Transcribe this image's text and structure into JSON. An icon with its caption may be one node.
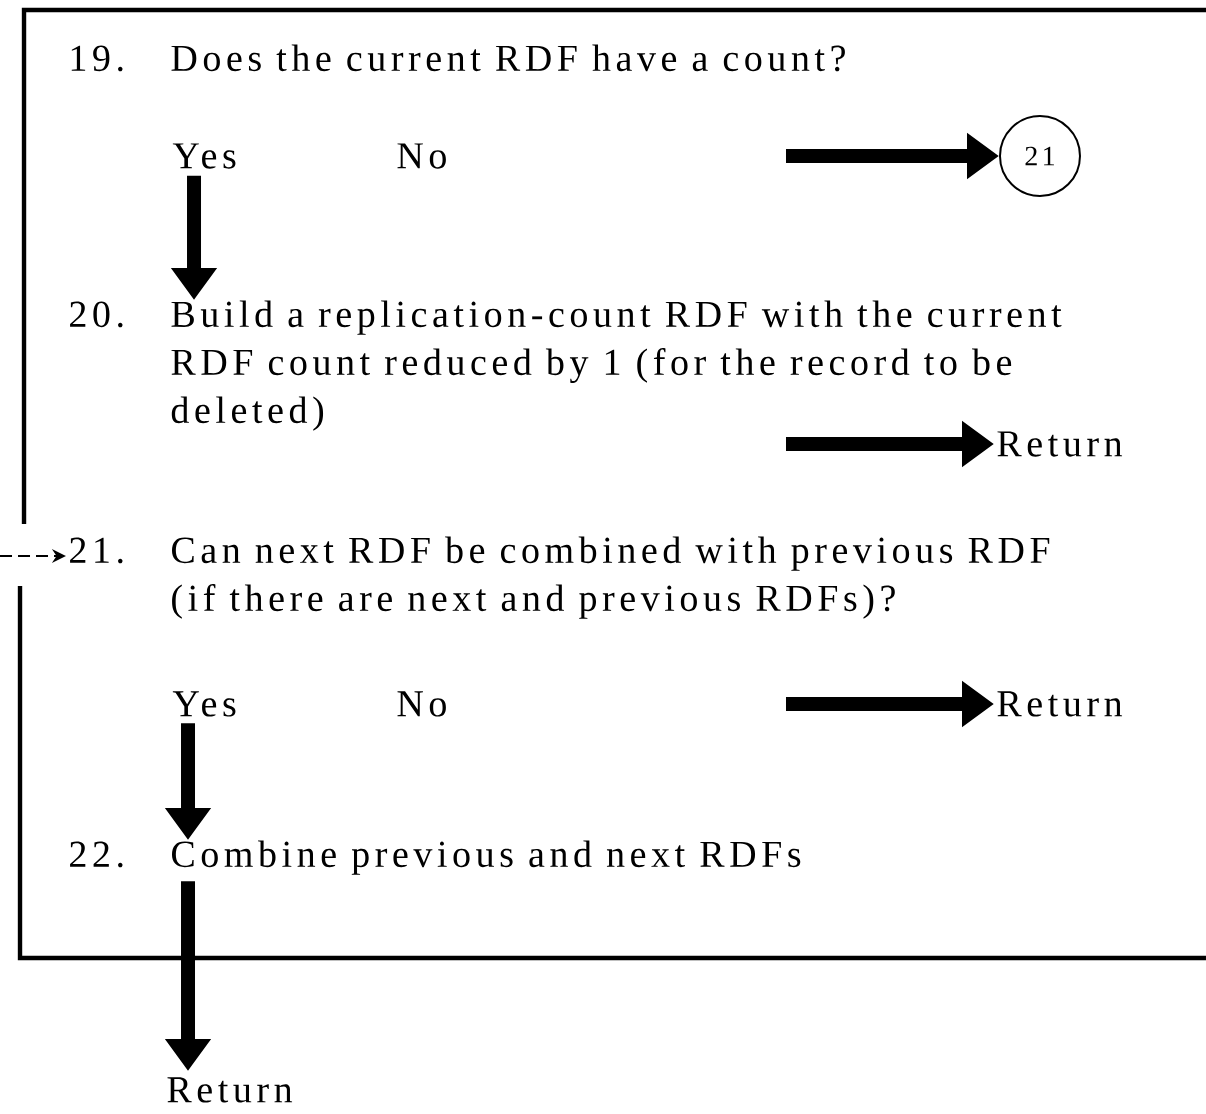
{
  "diagram": {
    "nodes": [
      {
        "text": [
          "19.",
          "Does the current RDF have a count?"
        ]
      },
      {
        "text": [
          "21"
        ]
      },
      {
        "text": [
          "20.",
          "Build a replication-count RDF with the current RDF count reduced by 1 (for the record to be deleted)"
        ]
      },
      {
        "text": [
          "Return"
        ]
      },
      {
        "text": [
          "21.",
          "Can next RDF be combined with previous RDF (if there are next and previous RDFs)?"
        ]
      },
      {
        "text": [
          "Return"
        ]
      },
      {
        "text": [
          "22.",
          "Combine previous and next RDFs"
        ]
      },
      {
        "text": [
          "Return"
        ]
      }
    ],
    "edges": [
      {
        "from": 0,
        "to": 2,
        "arrow": "to"
      },
      {
        "from": null,
        "to": 1,
        "arrow": "to"
      },
      {
        "from": 2,
        "to": 3,
        "arrow": "to"
      },
      {
        "from": null,
        "to": 4,
        "arrow": "to",
        "style": "dashed"
      },
      {
        "from": 4,
        "to": 6,
        "arrow": "to"
      },
      {
        "from": null,
        "to": 5,
        "arrow": "to"
      },
      {
        "from": 6,
        "to": 7,
        "arrow": "to"
      }
    ],
    "labels": [
      "Yes",
      "No",
      "Yes",
      "No"
    ]
  }
}
